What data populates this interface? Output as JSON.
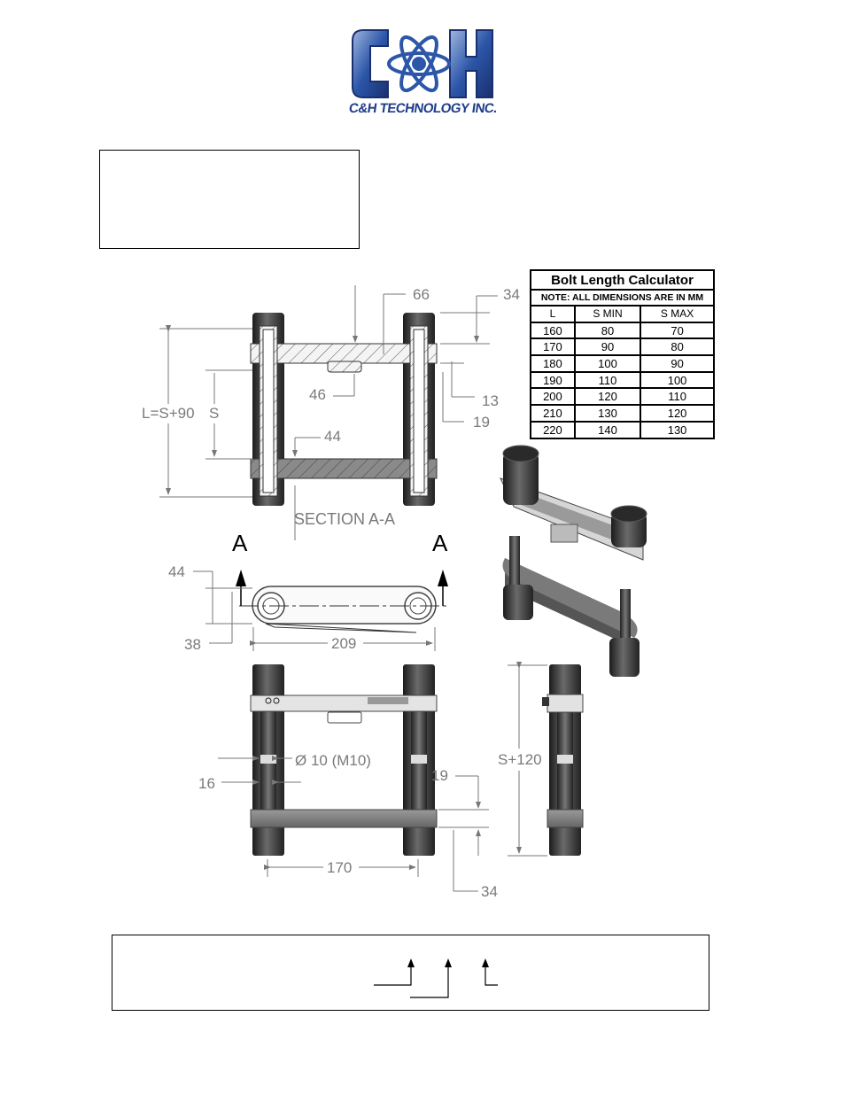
{
  "logo": {
    "mark": "C&H",
    "wordmark": "C&H TECHNOLOGY INC.",
    "brand_color": "#2c56a8"
  },
  "calculator": {
    "title": "Bolt Length Calculator",
    "note": "NOTE: ALL DIMENSIONS ARE IN MM",
    "headers": [
      "L",
      "S MIN",
      "S MAX"
    ],
    "rows": [
      [
        "160",
        "80",
        "70"
      ],
      [
        "170",
        "90",
        "80"
      ],
      [
        "180",
        "100",
        "90"
      ],
      [
        "190",
        "110",
        "100"
      ],
      [
        "200",
        "120",
        "110"
      ],
      [
        "210",
        "130",
        "120"
      ],
      [
        "220",
        "140",
        "130"
      ]
    ]
  },
  "drawing": {
    "section_label": "SECTION A-A",
    "cut_marker": "A",
    "dims": {
      "d66": "66",
      "d34_top": "34",
      "d46": "46",
      "d13": "13",
      "d19_top": "19",
      "d44_sec": "44",
      "l_formula": "L=S+90",
      "s": "S",
      "d44_top": "44",
      "d38": "38",
      "d209": "209",
      "bolt": "Ø 10 (M10)",
      "d16": "16",
      "d19_front": "19",
      "s120": "S+120",
      "d170": "170",
      "d34_front": "34"
    }
  }
}
